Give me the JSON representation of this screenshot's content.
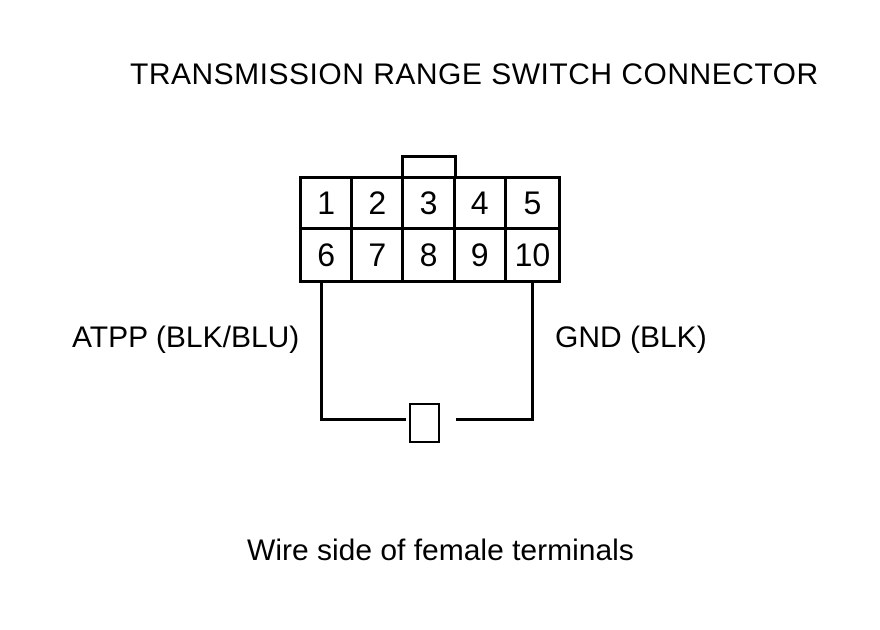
{
  "title": "TRANSMISSION RANGE SWITCH CONNECTOR",
  "connector": {
    "rows": 2,
    "columns": 5,
    "pins": [
      "1",
      "2",
      "3",
      "4",
      "5",
      "6",
      "7",
      "8",
      "9",
      "10"
    ],
    "left_wire_pin": "6",
    "right_wire_pin": "10",
    "left_wire_label": "ATPP (BLK/BLU)",
    "right_wire_label": "GND (BLK)"
  },
  "caption": "Wire side of female terminals",
  "colors": {
    "background": "#ffffff",
    "line": "#000000",
    "text": "#000000"
  }
}
